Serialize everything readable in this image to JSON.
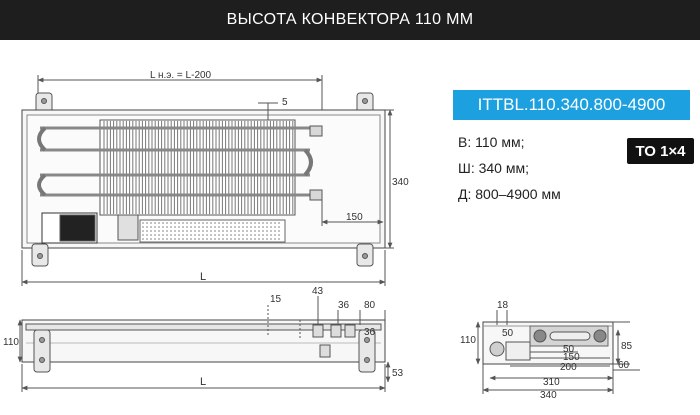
{
  "header": {
    "title": "ВЫСОТА КОНВЕКТОРА 110 ММ"
  },
  "model": "ITTBL.110.340.800-4900",
  "specs": {
    "height": "В: 110 мм;",
    "width": "Ш: 340 мм;",
    "length": "Д: 800–4900 мм"
  },
  "badge": "ТО 1×4",
  "colors": {
    "header_bg": "#1e1e1e",
    "accent": "#1da0e0",
    "line": "#555555"
  },
  "top_view": {
    "l_label": "L н.э. = L-200",
    "dim_5": "5",
    "dim_340": "340",
    "dim_150": "150",
    "dim_L": "L"
  },
  "side_view": {
    "dim_110": "110",
    "dim_15": "15",
    "dim_43": "43",
    "dim_36a": "36",
    "dim_80": "80",
    "dim_36b": "36",
    "dim_L": "L",
    "dim_53": "53"
  },
  "section_view": {
    "dim_18": "18",
    "dim_110": "110",
    "dim_50a": "50",
    "dim_50b": "50",
    "dim_85": "85",
    "dim_150": "150",
    "dim_200": "200",
    "dim_60": "60",
    "dim_310": "310",
    "dim_340": "340"
  }
}
